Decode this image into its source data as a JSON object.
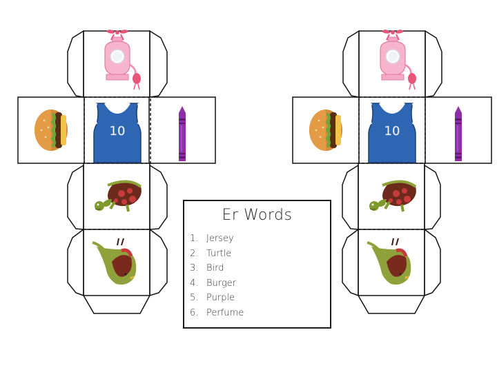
{
  "card": {
    "title": "Er Words",
    "items": [
      {
        "num": "1.",
        "word": "Jersey"
      },
      {
        "num": "2.",
        "word": "Turtle"
      },
      {
        "num": "3.",
        "word": "Bird"
      },
      {
        "num": "4.",
        "word": "Burger"
      },
      {
        "num": "5.",
        "word": "Purple"
      },
      {
        "num": "6.",
        "word": "Perfume"
      }
    ]
  },
  "jersey_number": "10",
  "colors": {
    "outline": "#111111",
    "jersey": "#2f66b3",
    "crayon": "#8e2ea8",
    "perfume": "#f4a9c6",
    "turtle_shell": "#6b2a1c",
    "turtle_spots": "#c63a3a",
    "turtle_body": "#7f9a2a",
    "bird_body": "#8fa13a",
    "bird_wing": "#7a2a1c",
    "burger_bun": "#d48b3a"
  },
  "icons": [
    "perfume-icon",
    "burger-icon",
    "jersey-icon",
    "crayon-icon",
    "turtle-icon",
    "bird-icon"
  ]
}
